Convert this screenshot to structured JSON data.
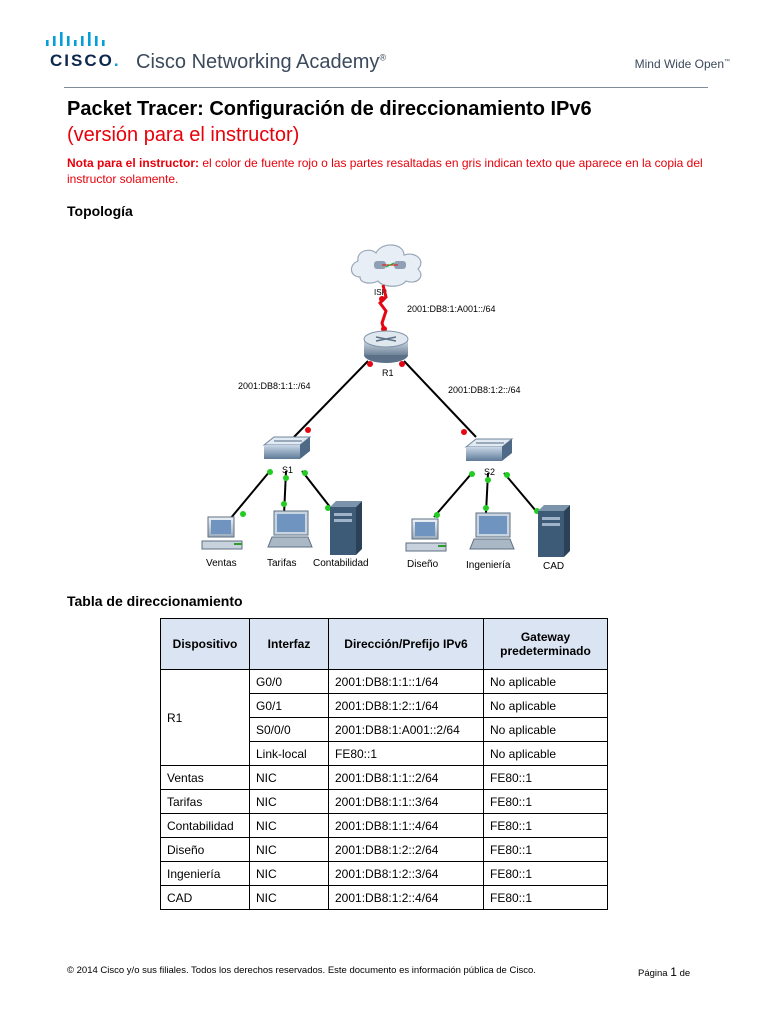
{
  "header": {
    "logo_word": "CISCO",
    "logo_dot": ".",
    "academy": "Cisco Networking Academy",
    "academy_mark": "®",
    "tagline": "Mind Wide Open",
    "tagline_mark": "™"
  },
  "title": "Packet Tracer: Configuración de direccionamiento IPv6",
  "subtitle": "(versión para el instructor)",
  "note": {
    "label": "Nota para el instructor:",
    "text": " el color de fuente rojo o las partes resaltadas en gris indican texto que aparece en la copia del instructor solamente."
  },
  "topology_heading": "Topología",
  "topology": {
    "isp_label": "ISP",
    "r1_label": "R1",
    "s1_label": "S1",
    "s2_label": "S2",
    "link_isp": "2001:DB8:1:A001::/64",
    "link_s1": "2001:DB8:1:1::/64",
    "link_s2": "2001:DB8:1:2::/64",
    "hosts": [
      "Ventas",
      "Tarifas",
      "Contabilidad",
      "Diseño",
      "Ingeniería",
      "CAD"
    ]
  },
  "table_heading": "Tabla de direccionamiento",
  "table": {
    "headers": [
      "Dispositivo",
      "Interfaz",
      "Dirección/Prefijo IPv6",
      "Gateway predeterminado"
    ],
    "r1": {
      "device": "R1",
      "rows": [
        [
          "G0/0",
          "2001:DB8:1:1::1/64",
          "No aplicable"
        ],
        [
          "G0/1",
          "2001:DB8:1:2::1/64",
          "No aplicable"
        ],
        [
          "S0/0/0",
          "2001:DB8:1:A001::2/64",
          "No aplicable"
        ],
        [
          "Link-local",
          "FE80::1",
          "No aplicable"
        ]
      ]
    },
    "rows": [
      [
        "Ventas",
        "NIC",
        "2001:DB8:1:1::2/64",
        "FE80::1"
      ],
      [
        "Tarifas",
        "NIC",
        "2001:DB8:1:1::3/64",
        "FE80::1"
      ],
      [
        "Contabilidad",
        "NIC",
        "2001:DB8:1:1::4/64",
        "FE80::1"
      ],
      [
        "Diseño",
        "NIC",
        "2001:DB8:1:2::2/64",
        "FE80::1"
      ],
      [
        "Ingeniería",
        "NIC",
        "2001:DB8:1:2::3/64",
        "FE80::1"
      ],
      [
        "CAD",
        "NIC",
        "2001:DB8:1:2::4/64",
        "FE80::1"
      ]
    ]
  },
  "footer": {
    "copyright": "© 2014 Cisco y/o sus filiales. Todos los derechos reservados. Este documento es información pública de Cisco.",
    "page_label": "Página",
    "page_number": "1",
    "page_of": "de"
  },
  "colors": {
    "red_text": "#e8000b",
    "header_fill": "#dbe4f2",
    "serial_link": "#e30613",
    "port_up": "#22cc22",
    "port_down": "#e30613"
  }
}
